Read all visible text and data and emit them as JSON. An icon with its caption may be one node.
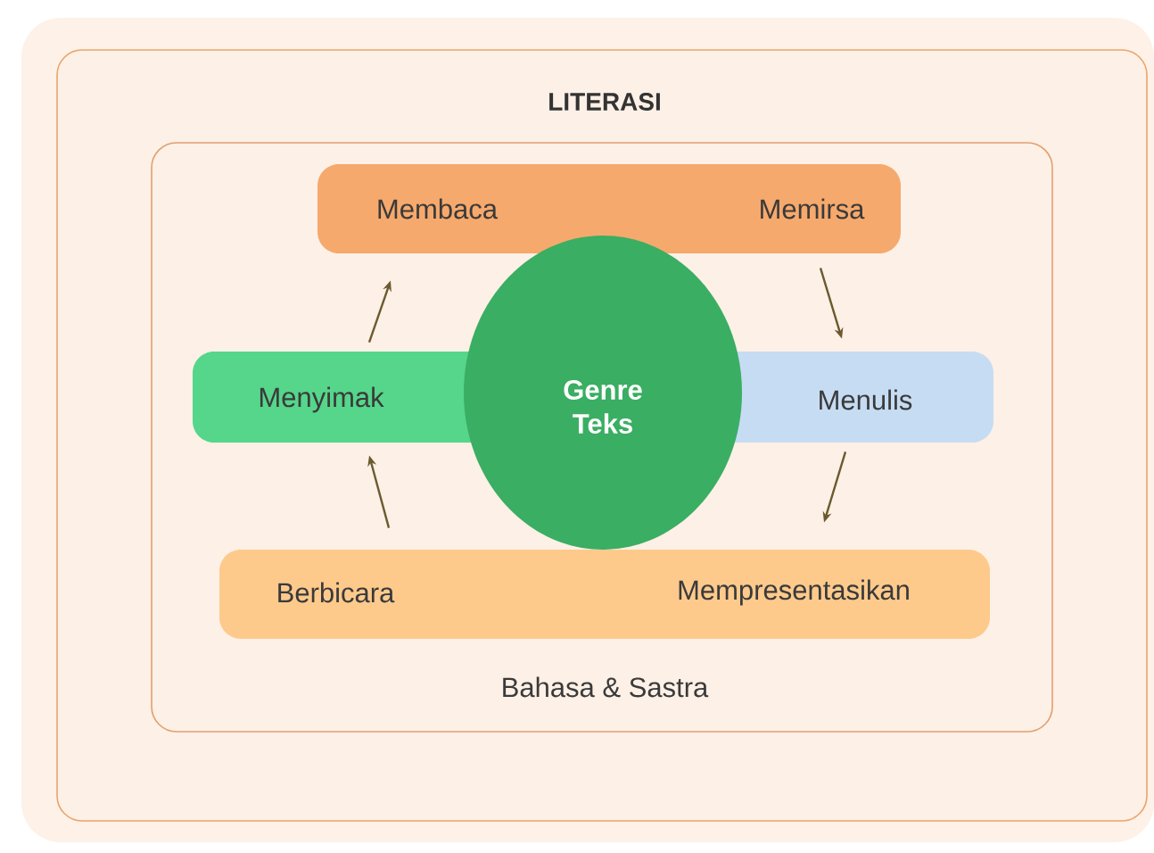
{
  "diagram": {
    "nodes": [
      {
        "text": [
          "LITERASI"
        ]
      },
      {
        "text": [
          "Bahasa & Sastra"
        ],
        "in": 0
      },
      {
        "text": [
          "Membaca",
          "Memirsa"
        ],
        "in": 1
      },
      {
        "text": [
          "Menyimak"
        ],
        "in": 1
      },
      {
        "text": [
          "Menulis"
        ],
        "in": 1
      },
      {
        "text": [
          "Genre Teks"
        ],
        "in": 1
      },
      {
        "text": [
          "Berbicara",
          "Mempresentasikan"
        ],
        "in": 1
      }
    ],
    "edges": [
      {
        "from": 3,
        "to": 2,
        "arrow": "to"
      },
      {
        "from": 2,
        "to": 4,
        "arrow": "to"
      },
      {
        "from": 4,
        "to": 6,
        "arrow": "to"
      },
      {
        "from": 6,
        "to": 3,
        "arrow": "to"
      }
    ]
  }
}
